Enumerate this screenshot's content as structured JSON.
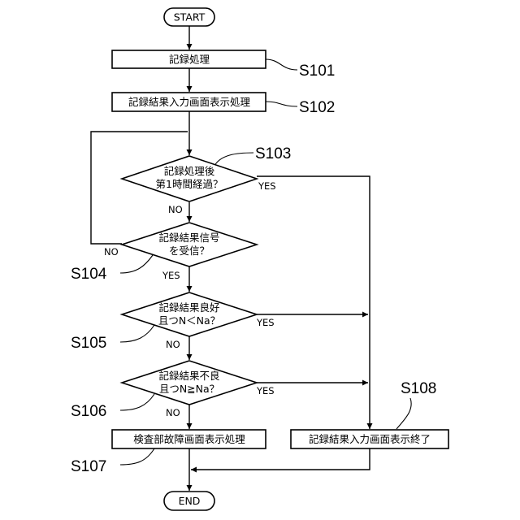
{
  "terminals": {
    "start": "START",
    "end": "END"
  },
  "nodes": {
    "s101": {
      "text": "記録処理",
      "step": "S101"
    },
    "s102": {
      "text": "記録結果入力画面表示処理",
      "step": "S102"
    },
    "s103": {
      "line1": "記録処理後",
      "line2": "第1時間経過？",
      "step": "S103"
    },
    "s104": {
      "line1": "記録結果信号",
      "line2": "を受信？",
      "step": "S104"
    },
    "s105": {
      "line1": "記録結果良好",
      "line2": "且つN＜Na？",
      "step": "S105"
    },
    "s106": {
      "line1": "記録結果不良",
      "line2": "且つN≧Na？",
      "step": "S106"
    },
    "s107": {
      "text": "検査部故障画面表示処理",
      "step": "S107"
    },
    "s108": {
      "text": "記録結果入力画面表示終了",
      "step": "S108"
    }
  },
  "branch_labels": {
    "s103_yes": "YES",
    "s103_no": "NO",
    "s104_no": "NO",
    "s104_yes": "YES",
    "s105_yes": "YES",
    "s105_no": "NO",
    "s106_yes": "YES",
    "s106_no": "NO"
  }
}
